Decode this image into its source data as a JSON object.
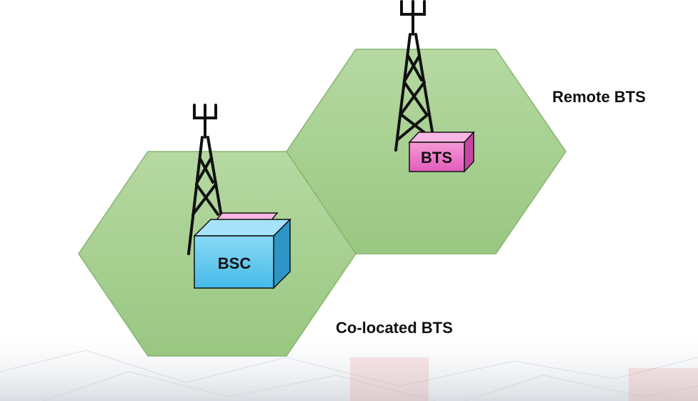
{
  "labels": {
    "remote": "Remote BTS",
    "colocated": "Co-located BTS",
    "bsc": "BSC",
    "bts": "BTS"
  },
  "colors": {
    "cell_fill": "#a5cf8e",
    "cell_stroke": "#7fae66",
    "bsc_front": "#5fc8ee",
    "bsc_top": "#9fe0f8",
    "bsc_side": "#2f95c6",
    "bts_front": "#ec72c8",
    "bts_top": "#f7b3e2",
    "bts_side": "#c8469f",
    "tower": "#111111"
  },
  "icons": {
    "tower": "antenna-tower-icon",
    "bsc": "bsc-box-icon",
    "bts": "bts-box-icon"
  }
}
